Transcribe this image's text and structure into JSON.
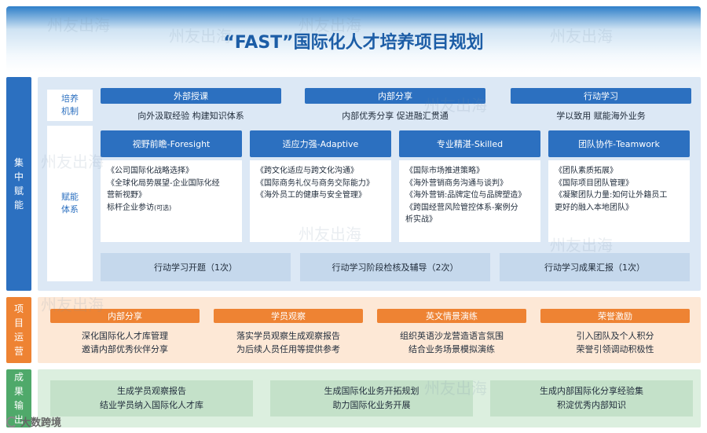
{
  "title": "“FAST”国际化人才培养项目规划",
  "sections": {
    "empower": {
      "tab": [
        "集",
        "中",
        "赋",
        "能"
      ],
      "color": "#2c70c0"
    },
    "operation": {
      "tab": [
        "项",
        "目",
        "运",
        "营"
      ],
      "color": "#ee8333"
    },
    "output": {
      "tab": [
        "成",
        "果",
        "输",
        "出"
      ],
      "color": "#4fa96a"
    }
  },
  "mechanism": {
    "label": [
      "培养",
      "机制"
    ],
    "items": [
      {
        "title": "外部授课",
        "desc": "向外汲取经验 构建知识体系"
      },
      {
        "title": "内部分享",
        "desc": "内部优秀分享 促进融汇贯通"
      },
      {
        "title": "行动学习",
        "desc": "学以致用 赋能海外业务"
      }
    ]
  },
  "empowerment": {
    "label": [
      "赋能",
      "体系"
    ],
    "cards": [
      {
        "title": "视野前瞻-Foresight",
        "lines": [
          "《公司国际化战略选择》",
          "《全球化局势展望-企业国际化经",
          "营新视野》",
          "标杆企业参访"
        ],
        "note": "(可选)"
      },
      {
        "title": "适应力强-Adaptive",
        "lines": [
          "《跨文化适应与跨文化沟通》",
          "《国际商务礼仪与商务交际能力》",
          "《海外员工的健康与安全管理》"
        ]
      },
      {
        "title": "专业精湛-Skilled",
        "lines": [
          "《国际市场推进策略》",
          "《海外营销商务沟通与谈判》",
          "《海外营销:品牌定位与品牌塑造》",
          "《跨国经营风险管控体系-案例分",
          "析实战》"
        ]
      },
      {
        "title": "团队协作-Teamwork",
        "lines": [
          "《团队素质拓展》",
          "《国际项目团队管理》",
          "《凝聚团队力量:如何让外籍员工",
          "更好的融入本地团队》"
        ]
      }
    ],
    "stages": [
      "行动学习开题（1次）",
      "行动学习阶段检核及辅导（2次）",
      "行动学习成果汇报（1次）"
    ]
  },
  "operation": {
    "items": [
      {
        "title": "内部分享",
        "lines": [
          "深化国际化人才库管理",
          "邀请内部优秀伙伴分享"
        ]
      },
      {
        "title": "学员观察",
        "lines": [
          "落实学员观察生成观察报告",
          "为后续人员任用等提供参考"
        ]
      },
      {
        "title": "英文情景演练",
        "lines": [
          "组织英语沙龙营造语言氛围",
          "结合业务场景模拟演练"
        ]
      },
      {
        "title": "荣誉激励",
        "lines": [
          "引入团队及个人积分",
          "荣誉引领调动积极性"
        ]
      }
    ]
  },
  "output": {
    "items": [
      {
        "lines": [
          "生成学员观察报告",
          "结业学员纳入国际化人才库"
        ]
      },
      {
        "lines": [
          "生成国际化业务开拓规划",
          "助力国际化业务开展"
        ]
      },
      {
        "lines": [
          "生成内部国际化分享经验集",
          "积淀优秀内部知识"
        ]
      }
    ]
  },
  "watermark": "州友出海",
  "logo": "大数跨境"
}
